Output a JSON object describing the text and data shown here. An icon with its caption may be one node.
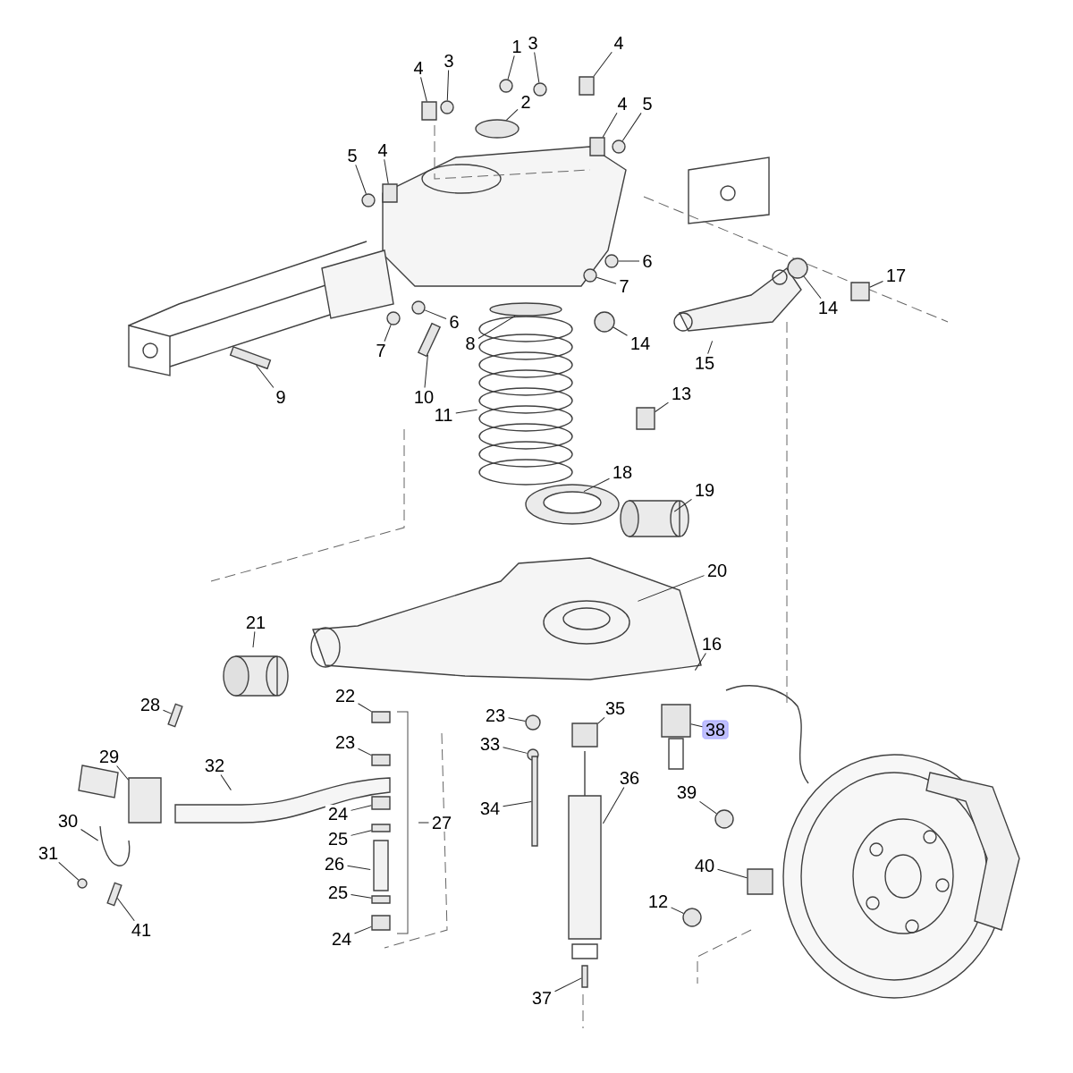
{
  "diagram": {
    "nodes": [
      {
        "text": [
          "1"
        ]
      },
      {
        "text": [
          "2"
        ]
      },
      {
        "text": [
          "3"
        ]
      },
      {
        "text": [
          "3"
        ]
      },
      {
        "text": [
          "4"
        ]
      },
      {
        "text": [
          "4"
        ]
      },
      {
        "text": [
          "5"
        ]
      },
      {
        "text": [
          "4"
        ]
      },
      {
        "text": [
          "4"
        ]
      },
      {
        "text": [
          "5"
        ]
      },
      {
        "text": [
          "7"
        ]
      },
      {
        "text": [
          "6"
        ]
      },
      {
        "text": [
          "8"
        ]
      },
      {
        "text": [
          "9"
        ]
      },
      {
        "text": [
          "10"
        ]
      },
      {
        "text": [
          "6"
        ]
      },
      {
        "text": [
          "7"
        ]
      },
      {
        "text": [
          "14"
        ]
      },
      {
        "text": [
          "14"
        ]
      },
      {
        "text": [
          "15"
        ]
      },
      {
        "text": [
          "17"
        ]
      },
      {
        "text": [
          "13"
        ]
      },
      {
        "text": [
          "11"
        ]
      },
      {
        "text": [
          "18"
        ]
      },
      {
        "text": [
          "19"
        ]
      },
      {
        "text": [
          "20"
        ]
      },
      {
        "text": [
          "21"
        ]
      },
      {
        "text": [
          "16"
        ]
      },
      {
        "text": [
          "22"
        ]
      },
      {
        "text": [
          "23"
        ]
      },
      {
        "text": [
          "32"
        ]
      },
      {
        "text": [
          "28"
        ]
      },
      {
        "text": [
          "29"
        ]
      },
      {
        "text": [
          "30"
        ]
      },
      {
        "text": [
          "31"
        ]
      },
      {
        "text": [
          "41"
        ]
      },
      {
        "text": [
          "24"
        ]
      },
      {
        "text": [
          "25"
        ]
      },
      {
        "text": [
          "26"
        ]
      },
      {
        "text": [
          "25"
        ]
      },
      {
        "text": [
          "24"
        ]
      },
      {
        "text": [
          "27"
        ]
      },
      {
        "text": [
          "23"
        ]
      },
      {
        "text": [
          "33"
        ]
      },
      {
        "text": [
          "34"
        ]
      },
      {
        "text": [
          "35"
        ]
      },
      {
        "text": [
          "36"
        ]
      },
      {
        "text": [
          "38"
        ]
      },
      {
        "text": [
          "39"
        ]
      },
      {
        "text": [
          "40"
        ]
      },
      {
        "text": [
          "12"
        ]
      },
      {
        "text": [
          "37"
        ]
      },
      {
        "text": [],
        "shape": "circle"
      },
      {
        "text": [],
        "shape": "ellipse"
      },
      {
        "text": [],
        "shape": "circle"
      },
      {
        "text": [],
        "shape": "circle"
      },
      {
        "text": [],
        "shape": "box"
      },
      {
        "text": [],
        "shape": "box"
      },
      {
        "text": [],
        "shape": "circle"
      },
      {
        "text": [],
        "shape": "box"
      },
      {
        "text": [],
        "shape": "box"
      },
      {
        "text": [],
        "shape": "circle"
      },
      {
        "text": [],
        "shape": "circle"
      },
      {
        "text": [],
        "shape": "circle"
      },
      {
        "text": [],
        "shape": "bar"
      },
      {
        "text": [],
        "shape": "bar"
      },
      {
        "text": [],
        "shape": "circle"
      },
      {
        "text": [],
        "shape": "circle"
      },
      {
        "text": [],
        "shape": "circle"
      },
      {
        "text": [],
        "shape": "circle"
      },
      {
        "text": [],
        "shape": "box"
      },
      {
        "text": [],
        "shape": "box"
      },
      {
        "text": [],
        "shape": "box"
      },
      {
        "text": [],
        "shape": "box"
      },
      {
        "text": [],
        "shape": "bar"
      },
      {
        "text": [],
        "shape": "circle"
      },
      {
        "text": [],
        "shape": "bar"
      },
      {
        "text": [],
        "shape": "box"
      },
      {
        "text": [],
        "shape": "box"
      },
      {
        "text": [],
        "shape": "box"
      },
      {
        "text": [],
        "shape": "box"
      },
      {
        "text": [],
        "shape": "circle"
      },
      {
        "text": [],
        "shape": "circle"
      },
      {
        "text": [],
        "shape": "bar"
      },
      {
        "text": [],
        "shape": "box"
      },
      {
        "text": [],
        "shape": "box"
      },
      {
        "text": [],
        "shape": "circle"
      },
      {
        "text": [],
        "shape": "box"
      },
      {
        "text": [],
        "shape": "circle"
      },
      {
        "text": [],
        "shape": "bar"
      },
      {
        "text": [],
        "shape": "spring"
      },
      {
        "text": [],
        "shape": "clamp"
      },
      {
        "text": [],
        "shape": "cylinder"
      },
      {
        "text": [],
        "shape": "ellipse"
      }
    ],
    "edges": [
      {
        "from": 0,
        "to": 52,
        "arrow": "none"
      },
      {
        "from": 1,
        "to": 53,
        "arrow": "none"
      },
      {
        "from": 2,
        "to": 54,
        "arrow": "none"
      },
      {
        "from": 3,
        "to": 55,
        "arrow": "none"
      },
      {
        "from": 4,
        "to": 56,
        "arrow": "none"
      },
      {
        "from": 5,
        "to": 57,
        "arrow": "none"
      },
      {
        "from": 6,
        "to": 58,
        "arrow": "none"
      },
      {
        "from": 7,
        "to": 59,
        "arrow": "none"
      },
      {
        "from": 8,
        "to": 60,
        "arrow": "none"
      },
      {
        "from": 9,
        "to": 61,
        "arrow": "none"
      },
      {
        "from": 10,
        "to": 62,
        "arrow": "none"
      },
      {
        "from": 11,
        "to": 63,
        "arrow": "none"
      },
      {
        "from": 12,
        "to": 93,
        "arrow": "none"
      },
      {
        "from": 13,
        "to": 64,
        "arrow": "none"
      },
      {
        "from": 14,
        "to": 65,
        "arrow": "none"
      },
      {
        "from": 15,
        "to": 66,
        "arrow": "none"
      },
      {
        "from": 16,
        "to": 67,
        "arrow": "none"
      },
      {
        "from": 17,
        "to": 68,
        "arrow": "none"
      },
      {
        "from": 18,
        "to": 69,
        "arrow": "none"
      },
      {
        "from": 19,
        "to": null,
        "arrow": "none"
      },
      {
        "from": 20,
        "to": 70,
        "arrow": "none"
      },
      {
        "from": 21,
        "to": 71,
        "arrow": "none"
      },
      {
        "from": 22,
        "to": 90,
        "arrow": "none"
      },
      {
        "from": 23,
        "to": null,
        "arrow": "none"
      },
      {
        "from": 24,
        "to": null,
        "arrow": "none"
      },
      {
        "from": 25,
        "to": null,
        "arrow": "none"
      },
      {
        "from": 26,
        "to": null,
        "arrow": "none"
      },
      {
        "from": 27,
        "to": null,
        "arrow": "none"
      },
      {
        "from": 28,
        "to": 72,
        "arrow": "none"
      },
      {
        "from": 29,
        "to": 73,
        "arrow": "none"
      },
      {
        "from": 30,
        "to": null,
        "arrow": "none"
      },
      {
        "from": 31,
        "to": 74,
        "arrow": "none"
      },
      {
        "from": 32,
        "to": null,
        "arrow": "none"
      },
      {
        "from": 33,
        "to": 91,
        "arrow": "none"
      },
      {
        "from": 34,
        "to": 75,
        "arrow": "none"
      },
      {
        "from": 35,
        "to": 76,
        "arrow": "none"
      },
      {
        "from": 36,
        "to": 77,
        "arrow": "none"
      },
      {
        "from": 37,
        "to": 78,
        "arrow": "none"
      },
      {
        "from": 38,
        "to": null,
        "arrow": "none"
      },
      {
        "from": 39,
        "to": 79,
        "arrow": "none"
      },
      {
        "from": 40,
        "to": 80,
        "arrow": "none"
      },
      {
        "from": 41,
        "to": null,
        "arrow": "none"
      },
      {
        "from": 42,
        "to": 81,
        "arrow": "none"
      },
      {
        "from": 43,
        "to": 82,
        "arrow": "none"
      },
      {
        "from": 44,
        "to": 83,
        "arrow": "none"
      },
      {
        "from": 45,
        "to": 84,
        "arrow": "none"
      },
      {
        "from": 46,
        "to": 92,
        "arrow": "none"
      },
      {
        "from": 47,
        "to": 85,
        "arrow": "none"
      },
      {
        "from": 48,
        "to": 86,
        "arrow": "none"
      },
      {
        "from": 49,
        "to": 87,
        "arrow": "none"
      },
      {
        "from": 50,
        "to": 88,
        "arrow": "none"
      },
      {
        "from": 51,
        "to": 89,
        "arrow": "none"
      }
    ]
  }
}
